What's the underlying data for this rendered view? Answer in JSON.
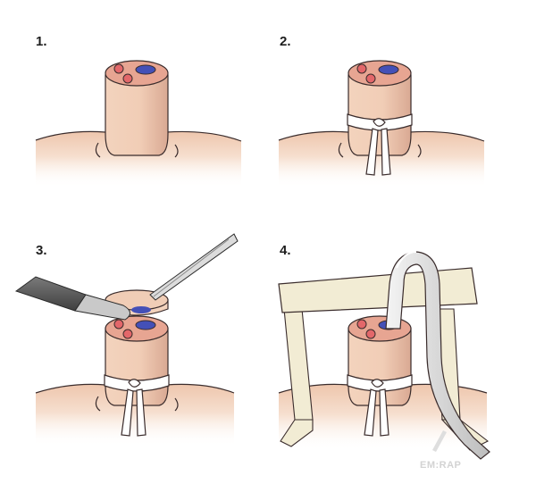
{
  "steps": [
    {
      "label": "1."
    },
    {
      "label": "2."
    },
    {
      "label": "3."
    },
    {
      "label": "4."
    }
  ],
  "watermark": "EM:RAP",
  "colors": {
    "skin_light": "#f7e2d2",
    "skin": "#f0cbb2",
    "skin_shadow": "#dfae93",
    "stump_top": "#e7a592",
    "artery": "#e3676a",
    "vein": "#4450b7",
    "tie": "#ffffff",
    "tape": "#f2ecd4",
    "tube": "#dcdcdc",
    "blade": "#5c5c5c"
  }
}
